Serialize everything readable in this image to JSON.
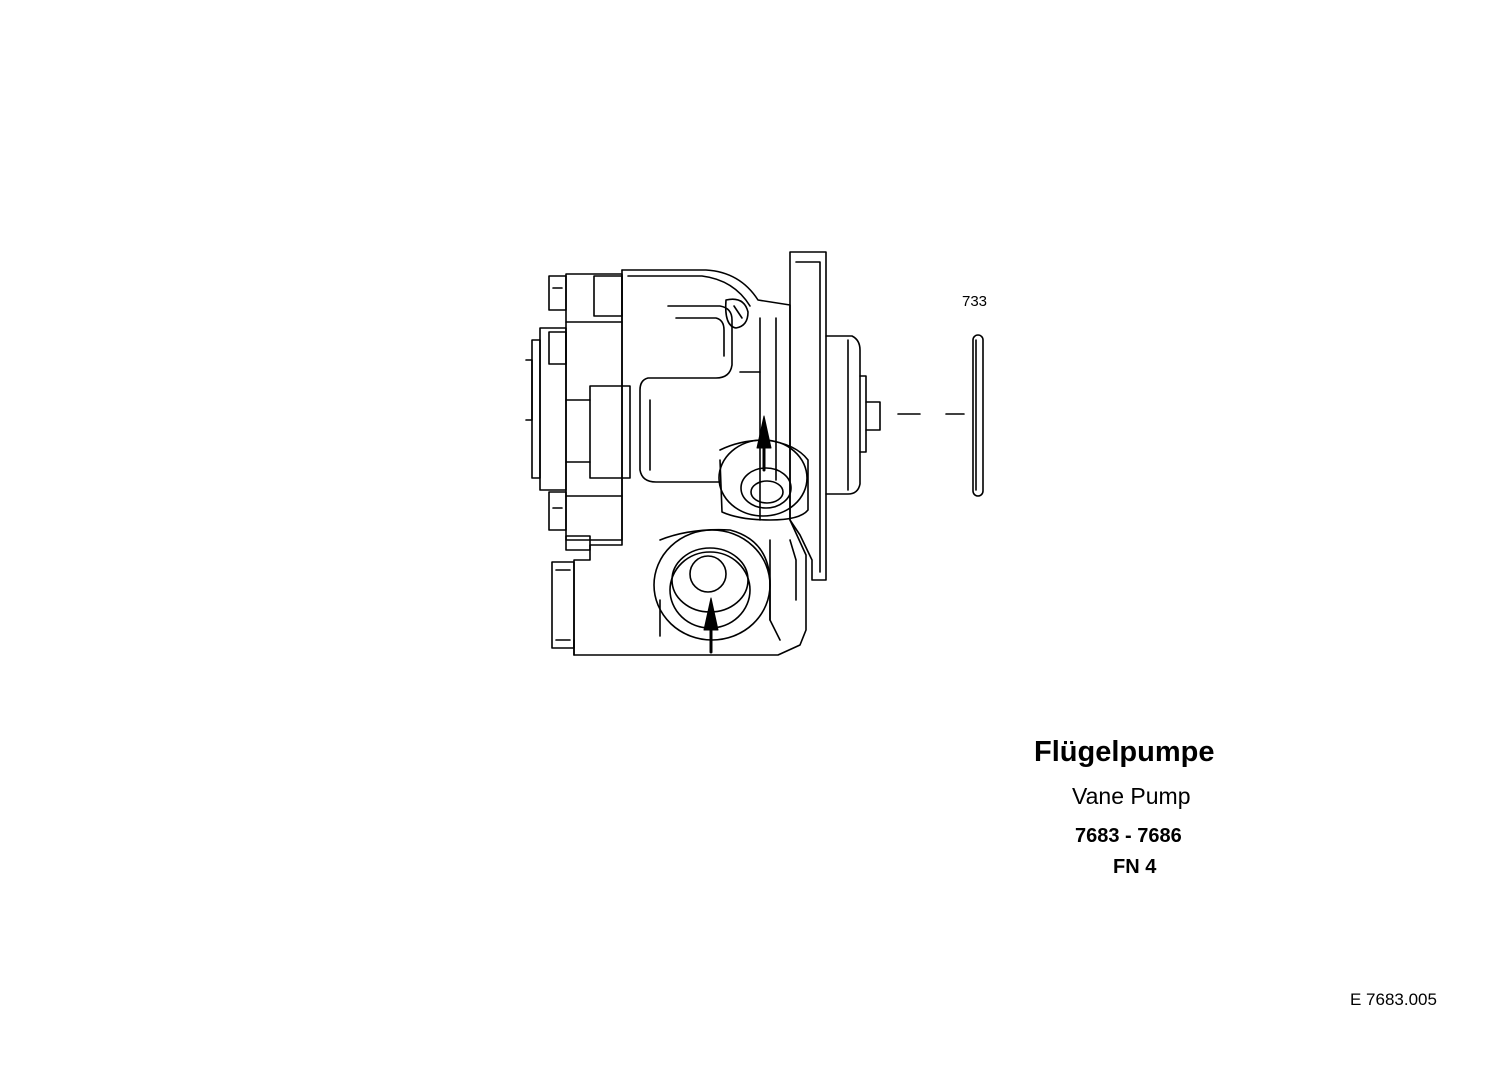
{
  "callouts": [
    {
      "id": "733",
      "label": "733"
    }
  ],
  "title_block": {
    "title_de": "Flügelpumpe",
    "title_en": "Vane Pump",
    "range": "7683 - 7686",
    "fn": "FN 4",
    "drawing_id": "E 7683.005"
  },
  "icons": [
    "vane-pump-drawing",
    "o-ring-733",
    "flow-arrow-up"
  ]
}
